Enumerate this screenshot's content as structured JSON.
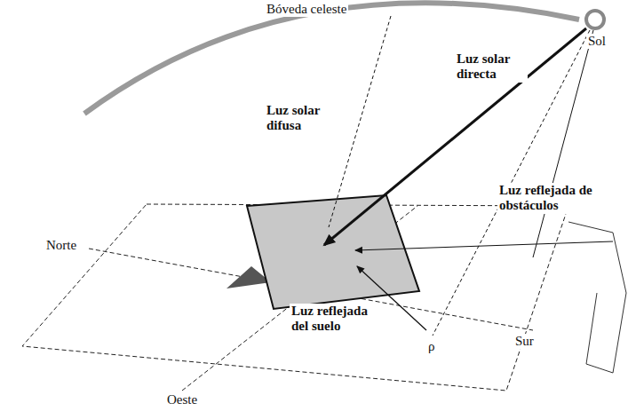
{
  "diagram": {
    "labels": [
      "Bóveda celeste",
      "Sol",
      "Luz solar directa",
      "Luz solar difusa",
      "Luz reflejada de obstáculos",
      "Norte",
      "Sur",
      "Oeste",
      "Luz reflejada del suelo",
      "ρ"
    ]
  }
}
